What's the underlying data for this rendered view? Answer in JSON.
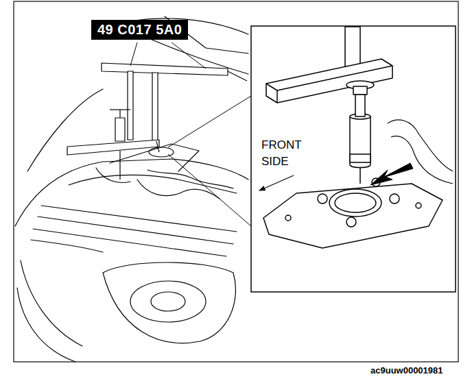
{
  "diagram": {
    "nodes": [
      {
        "text": [
          "49 C017 5A0"
        ]
      }
    ],
    "labels": [
      "FRONT SIDE",
      "ac9uuw00001981"
    ]
  }
}
